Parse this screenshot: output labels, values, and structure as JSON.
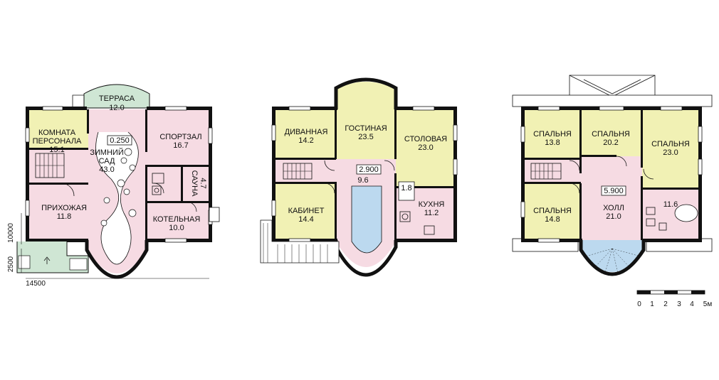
{
  "colors": {
    "living": "#f1f1b4",
    "service": "#f6dbe3",
    "terrace": "#cfe6d4",
    "pool": "#bcd9ef",
    "wall": "#111111"
  },
  "floor1": {
    "terrace": {
      "name": "ТЕРРАСА",
      "area": "12.0"
    },
    "staff_room": {
      "name1": "КОМНАТА",
      "name2": "ПЕРСОНАЛА",
      "area": "15.1"
    },
    "level_mark": "0.250",
    "winter_garden": {
      "name1": "ЗИМНИЙ",
      "name2": "САД",
      "area": "43.0"
    },
    "gym": {
      "name": "СПОРТЗАЛ",
      "area": "16.7"
    },
    "sauna": {
      "name": "САУНА",
      "area": "4.7"
    },
    "hall": {
      "name": "ПРИХОЖАЯ",
      "area": "11.8"
    },
    "boiler": {
      "name": "КОТЕЛЬНАЯ",
      "area": "10.0"
    },
    "dim_depth": "10000",
    "dim_porch": "2500",
    "dim_width": "14500"
  },
  "floor2": {
    "sofa_room": {
      "name": "ДИВАННАЯ",
      "area": "14.2"
    },
    "living_room": {
      "name": "ГОСТИНАЯ",
      "area": "23.5"
    },
    "dining": {
      "name": "СТОЛОВАЯ",
      "area": "23.0"
    },
    "level_mark": "2.900",
    "hall_area": "9.6",
    "wc_area": "1.8",
    "study": {
      "name": "КАБИНЕТ",
      "area": "14.4"
    },
    "kitchen": {
      "name": "КУХНЯ",
      "area": "11.2"
    }
  },
  "floor3": {
    "bedroom_a": {
      "name": "СПАЛЬНЯ",
      "area": "13.8"
    },
    "bedroom_b": {
      "name": "СПАЛЬНЯ",
      "area": "20.2"
    },
    "bedroom_c": {
      "name": "СПАЛЬНЯ",
      "area": "23.0"
    },
    "level_mark": "5.900",
    "hall": {
      "name": "ХОЛЛ",
      "area": "21.0"
    },
    "bath_area": "11.6",
    "bedroom_d": {
      "name": "СПАЛЬНЯ",
      "area": "14.8"
    }
  },
  "scale": {
    "labels": [
      "0",
      "1",
      "2",
      "3",
      "4",
      "5м"
    ]
  }
}
